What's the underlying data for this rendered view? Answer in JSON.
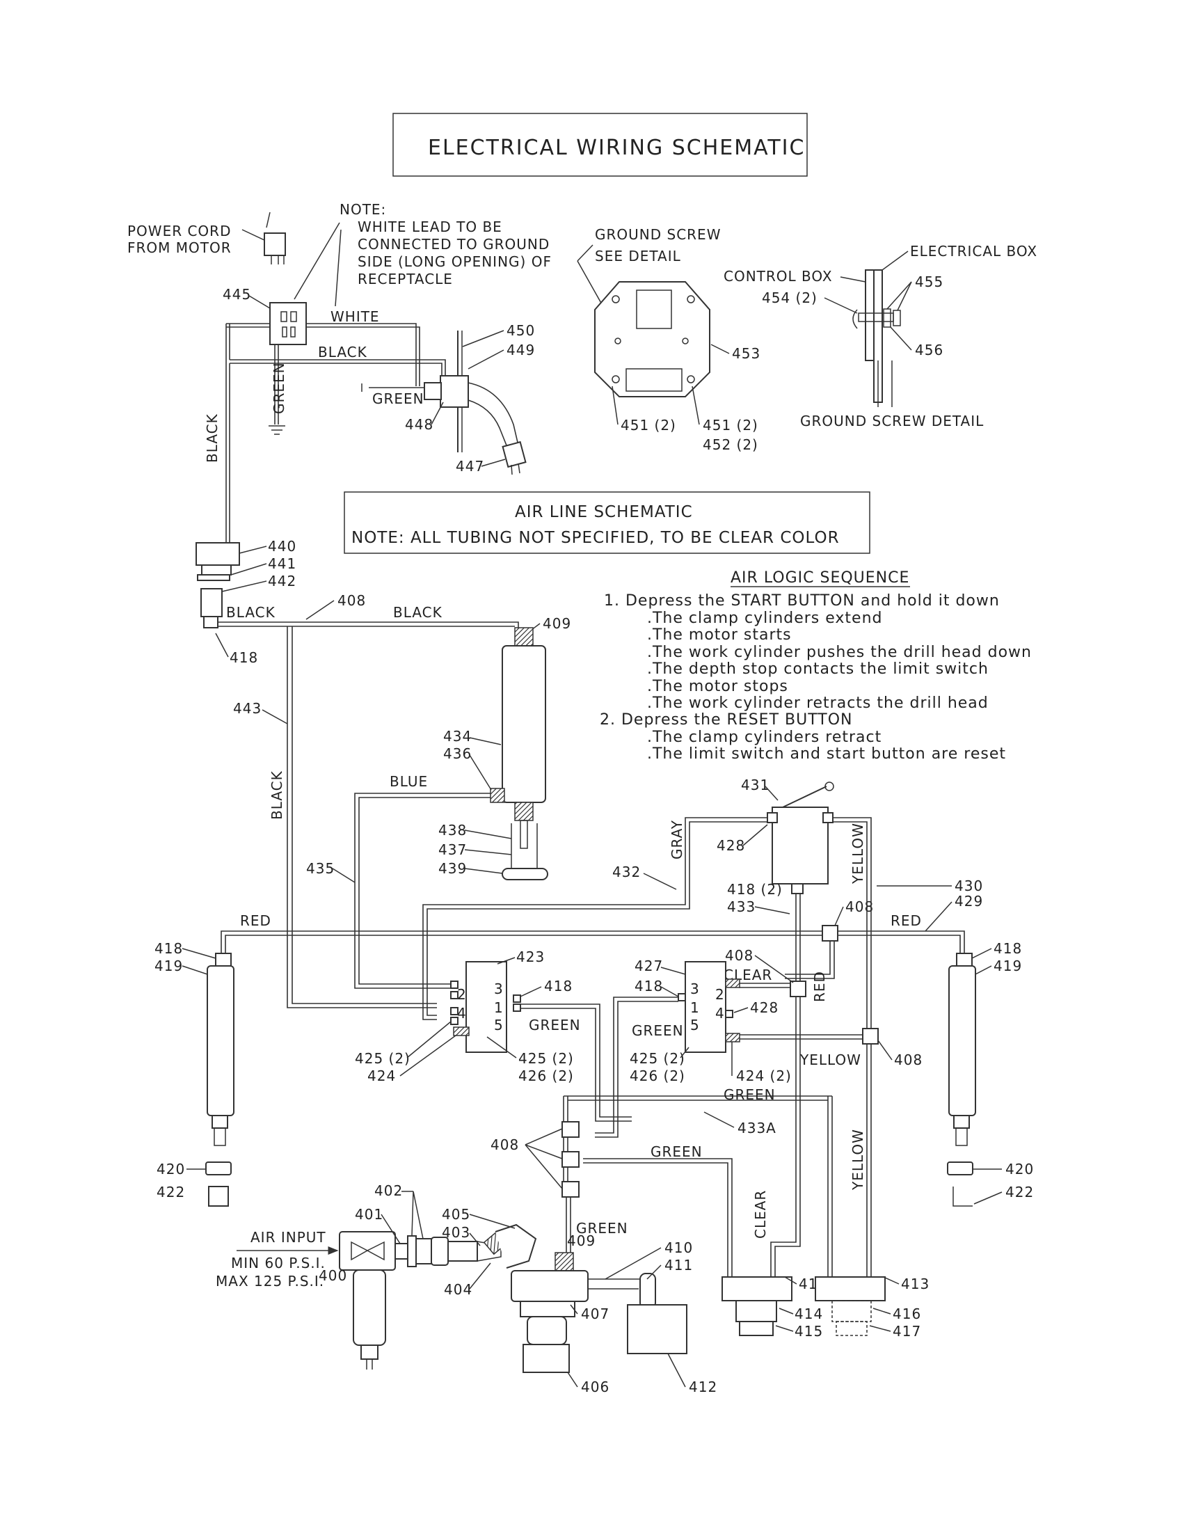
{
  "title": "ELECTRICAL WIRING SCHEMATIC",
  "air_box": {
    "line1": "AIR LINE SCHEMATIC",
    "line2": "NOTE:  ALL TUBING NOT SPECIFIED, TO BE CLEAR COLOR"
  },
  "power_cord": [
    "POWER CORD",
    "FROM MOTOR"
  ],
  "note": [
    "NOTE:",
    "WHITE LEAD TO BE",
    "CONNECTED TO GROUND",
    "SIDE (LONG OPENING) OF",
    "RECEPTACLE"
  ],
  "ground_screw": [
    "GROUND SCREW",
    "SEE DETAIL"
  ],
  "control_box": "CONTROL BOX",
  "electrical_box": "ELECTRICAL BOX",
  "ground_screw_detail": "GROUND SCREW DETAIL",
  "sequence": {
    "heading": "AIR LOGIC SEQUENCE",
    "steps": [
      "1.  Depress the START BUTTON and hold it down",
      ".The clamp cylinders extend",
      ".The motor starts",
      ".The work cylinder pushes the drill head down",
      ".The depth stop contacts the limit switch",
      ".The motor stops",
      ".The work cylinder retracts the drill head",
      "2.  Depress the RESET BUTTON",
      ".The clamp cylinders retract",
      ".The limit switch and start button are reset"
    ]
  },
  "air_input": {
    "label": "AIR INPUT",
    "min": "MIN  60 P.S.I.",
    "max": "MAX 125 P.S.I."
  },
  "wire_labels": {
    "white": "WHITE",
    "black": "BLACK",
    "green": "GREEN",
    "blue": "BLUE",
    "red": "RED",
    "gray": "GRAY",
    "yellow": "YELLOW",
    "clear": "CLEAR"
  },
  "valve_ports": [
    "3",
    "2",
    "1",
    "4",
    "5"
  ],
  "parts": {
    "p400": "400",
    "p401": "401",
    "p402": "402",
    "p403": "403",
    "p404": "404",
    "p405": "405",
    "p406": "406",
    "p407": "407",
    "p408": "408",
    "p409": "409",
    "p410": "410",
    "p411": "411",
    "p412": "412",
    "p413": "413",
    "p414": "414",
    "p415": "415",
    "p416": "416",
    "p417": "417",
    "p418": "418",
    "p418x2": "418 (2)",
    "p419": "419",
    "p420": "420",
    "p422": "422",
    "p423": "423",
    "p424": "424",
    "p424x2": "424 (2)",
    "p425x2": "425 (2)",
    "p426x2": "426 (2)",
    "p427": "427",
    "p428": "428",
    "p429": "429",
    "p430": "430",
    "p431": "431",
    "p432": "432",
    "p433": "433",
    "p433A": "433A",
    "p434": "434",
    "p435": "435",
    "p436": "436",
    "p437": "437",
    "p438": "438",
    "p439": "439",
    "p440": "440",
    "p441": "441",
    "p442": "442",
    "p443": "443",
    "p445": "445",
    "p447": "447",
    "p448": "448",
    "p449": "449",
    "p450": "450",
    "p451x2": "451 (2)",
    "p452x2": "452 (2)",
    "p453": "453",
    "p454x2": "454 (2)",
    "p455": "455",
    "p456": "456"
  }
}
